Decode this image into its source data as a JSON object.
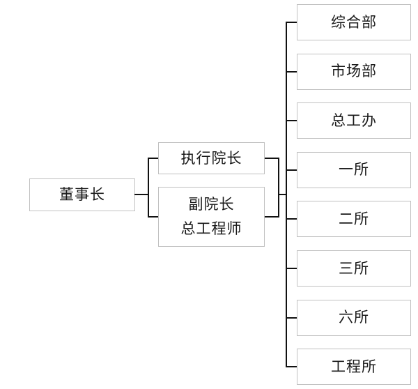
{
  "chart_data": {
    "type": "diagram",
    "title": "",
    "orientation": "left-to-right",
    "levels": 3,
    "nodes": [
      {
        "id": "chairman",
        "label": "董事长",
        "level": 1
      },
      {
        "id": "executive-dean",
        "label": "执行院长",
        "level": 2
      },
      {
        "id": "vice-dean",
        "label_line1": "副院长",
        "label_line2": "总工程师",
        "level": 2
      },
      {
        "id": "dept-general",
        "label": "综合部",
        "level": 3
      },
      {
        "id": "dept-market",
        "label": "市场部",
        "level": 3
      },
      {
        "id": "dept-chief-engineer-office",
        "label": "总工办",
        "level": 3
      },
      {
        "id": "institute-1",
        "label": "一所",
        "level": 3
      },
      {
        "id": "institute-2",
        "label": "二所",
        "level": 3
      },
      {
        "id": "institute-3",
        "label": "三所",
        "level": 3
      },
      {
        "id": "institute-6",
        "label": "六所",
        "level": 3
      },
      {
        "id": "institute-engineering",
        "label": "工程所",
        "level": 3
      }
    ]
  },
  "colors": {
    "box_border": "#c0c0c0",
    "connector": "#111111",
    "text": "#1a1a1a",
    "background": "#ffffff"
  },
  "level1": {
    "chairman": "董事长"
  },
  "level2": {
    "executive_dean": "执行院长",
    "vice_dean_line1": "副院长",
    "vice_dean_line2": "总工程师"
  },
  "level3": {
    "items": [
      {
        "label": "综合部"
      },
      {
        "label": "市场部"
      },
      {
        "label": "总工办"
      },
      {
        "label": "一所"
      },
      {
        "label": "二所"
      },
      {
        "label": "三所"
      },
      {
        "label": "六所"
      },
      {
        "label": "工程所"
      }
    ]
  }
}
